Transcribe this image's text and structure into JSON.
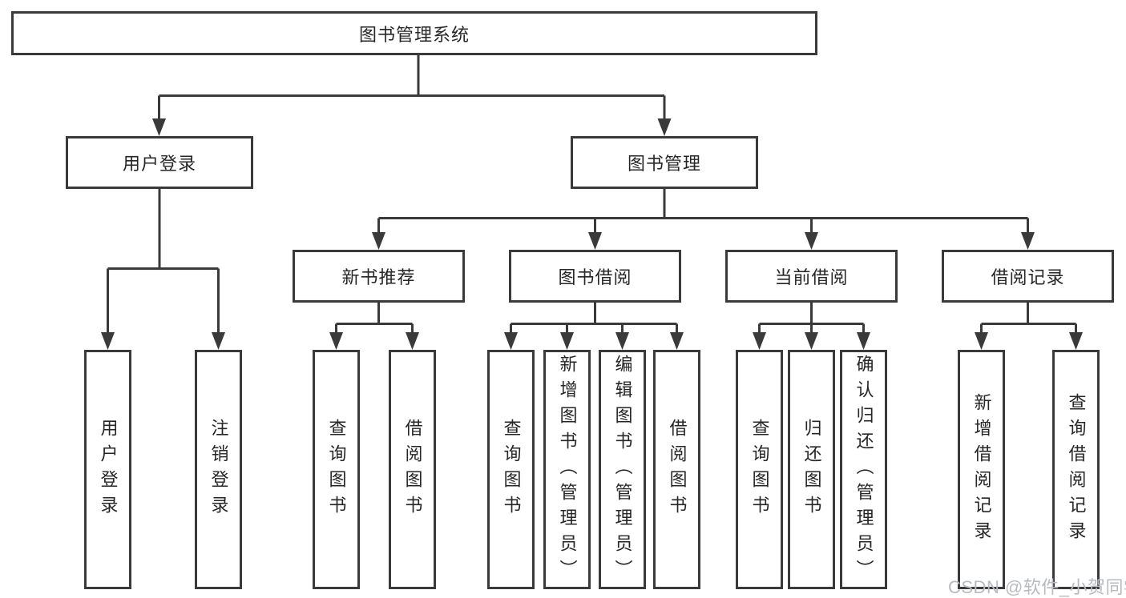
{
  "diagram": {
    "root": {
      "label": "图书管理系统"
    },
    "branches": [
      {
        "label": "用户登录",
        "children": [
          "用户登录",
          "注销登录"
        ]
      },
      {
        "label": "图书管理",
        "sections": [
          {
            "label": "新书推荐",
            "children": [
              "查询图书",
              "借阅图书"
            ]
          },
          {
            "label": "图书借阅",
            "children": [
              "查询图书",
              "新增图书（管理员）",
              "编辑图书（管理员）",
              "借阅图书"
            ]
          },
          {
            "label": "当前借阅",
            "children": [
              "查询图书",
              "归还图书",
              "确认归还（管理员）"
            ]
          },
          {
            "label": "借阅记录",
            "children": [
              "新增借阅记录",
              "查询借阅记录"
            ]
          }
        ]
      }
    ],
    "watermark": "CSDN @软件_小贺同学",
    "colors": {
      "line": "#3a3a3a",
      "text": "#262626",
      "background": "#ffffff",
      "watermark": "#b7bbc1"
    }
  }
}
